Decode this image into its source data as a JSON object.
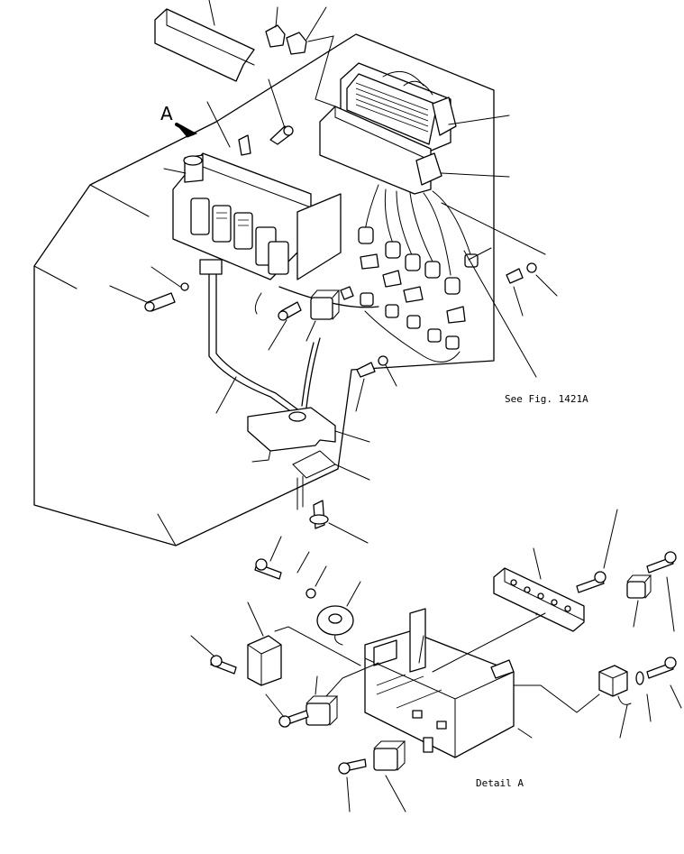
{
  "labels": {
    "view_marker": "A",
    "see_fig": "See Fig. 1421A",
    "detail": "Detail A"
  }
}
